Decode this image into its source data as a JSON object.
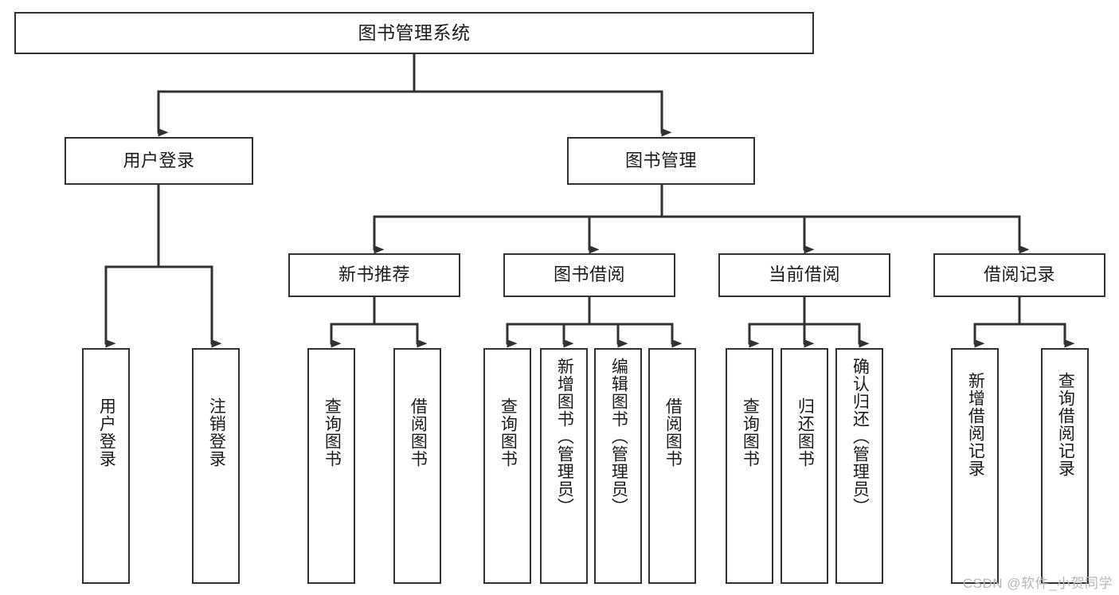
{
  "diagram": {
    "title": "图书管理系统",
    "type": "tree-functional-structure",
    "watermark": "CSDN @软件_小贺同学",
    "colors": {
      "node_border": "#323232",
      "node_fill": "#ffffff",
      "edge": "#323232",
      "text": "#1b1b1b",
      "watermark": "#b8b8b8",
      "background": "#ffffff"
    },
    "nodes": {
      "root": {
        "label": "图书管理系统"
      },
      "level2": [
        {
          "id": "user-login",
          "label": "用户登录"
        },
        {
          "id": "book-manage",
          "label": "图书管理"
        }
      ],
      "level3": [
        {
          "id": "new-book-recommend",
          "label": "新书推荐"
        },
        {
          "id": "book-borrow",
          "label": "图书借阅"
        },
        {
          "id": "current-borrow",
          "label": "当前借阅"
        },
        {
          "id": "borrow-record",
          "label": "借阅记录"
        }
      ],
      "leaves": {
        "user_login": [
          {
            "id": "leaf-user-login",
            "label": "用户登录"
          },
          {
            "id": "leaf-logout-login",
            "label": "注销登录"
          }
        ],
        "new_book_recommend": [
          {
            "id": "leaf-query-book-1",
            "label": "查询图书"
          },
          {
            "id": "leaf-borrow-book-1",
            "label": "借阅图书"
          }
        ],
        "book_borrow": [
          {
            "id": "leaf-query-book-2",
            "label": "查询图书"
          },
          {
            "id": "leaf-add-book",
            "label": "新增图书（管理员）"
          },
          {
            "id": "leaf-edit-book",
            "label": "编辑图书（管理员）"
          },
          {
            "id": "leaf-borrow-book-2",
            "label": "借阅图书"
          }
        ],
        "current_borrow": [
          {
            "id": "leaf-query-book-3",
            "label": "查询图书"
          },
          {
            "id": "leaf-return-book",
            "label": "归还图书"
          },
          {
            "id": "leaf-confirm-return",
            "label": "确认归还（管理员）"
          }
        ],
        "borrow_record": [
          {
            "id": "leaf-add-record",
            "label": "新增借阅记录"
          },
          {
            "id": "leaf-query-record",
            "label": "查询借阅记录"
          }
        ]
      }
    }
  }
}
